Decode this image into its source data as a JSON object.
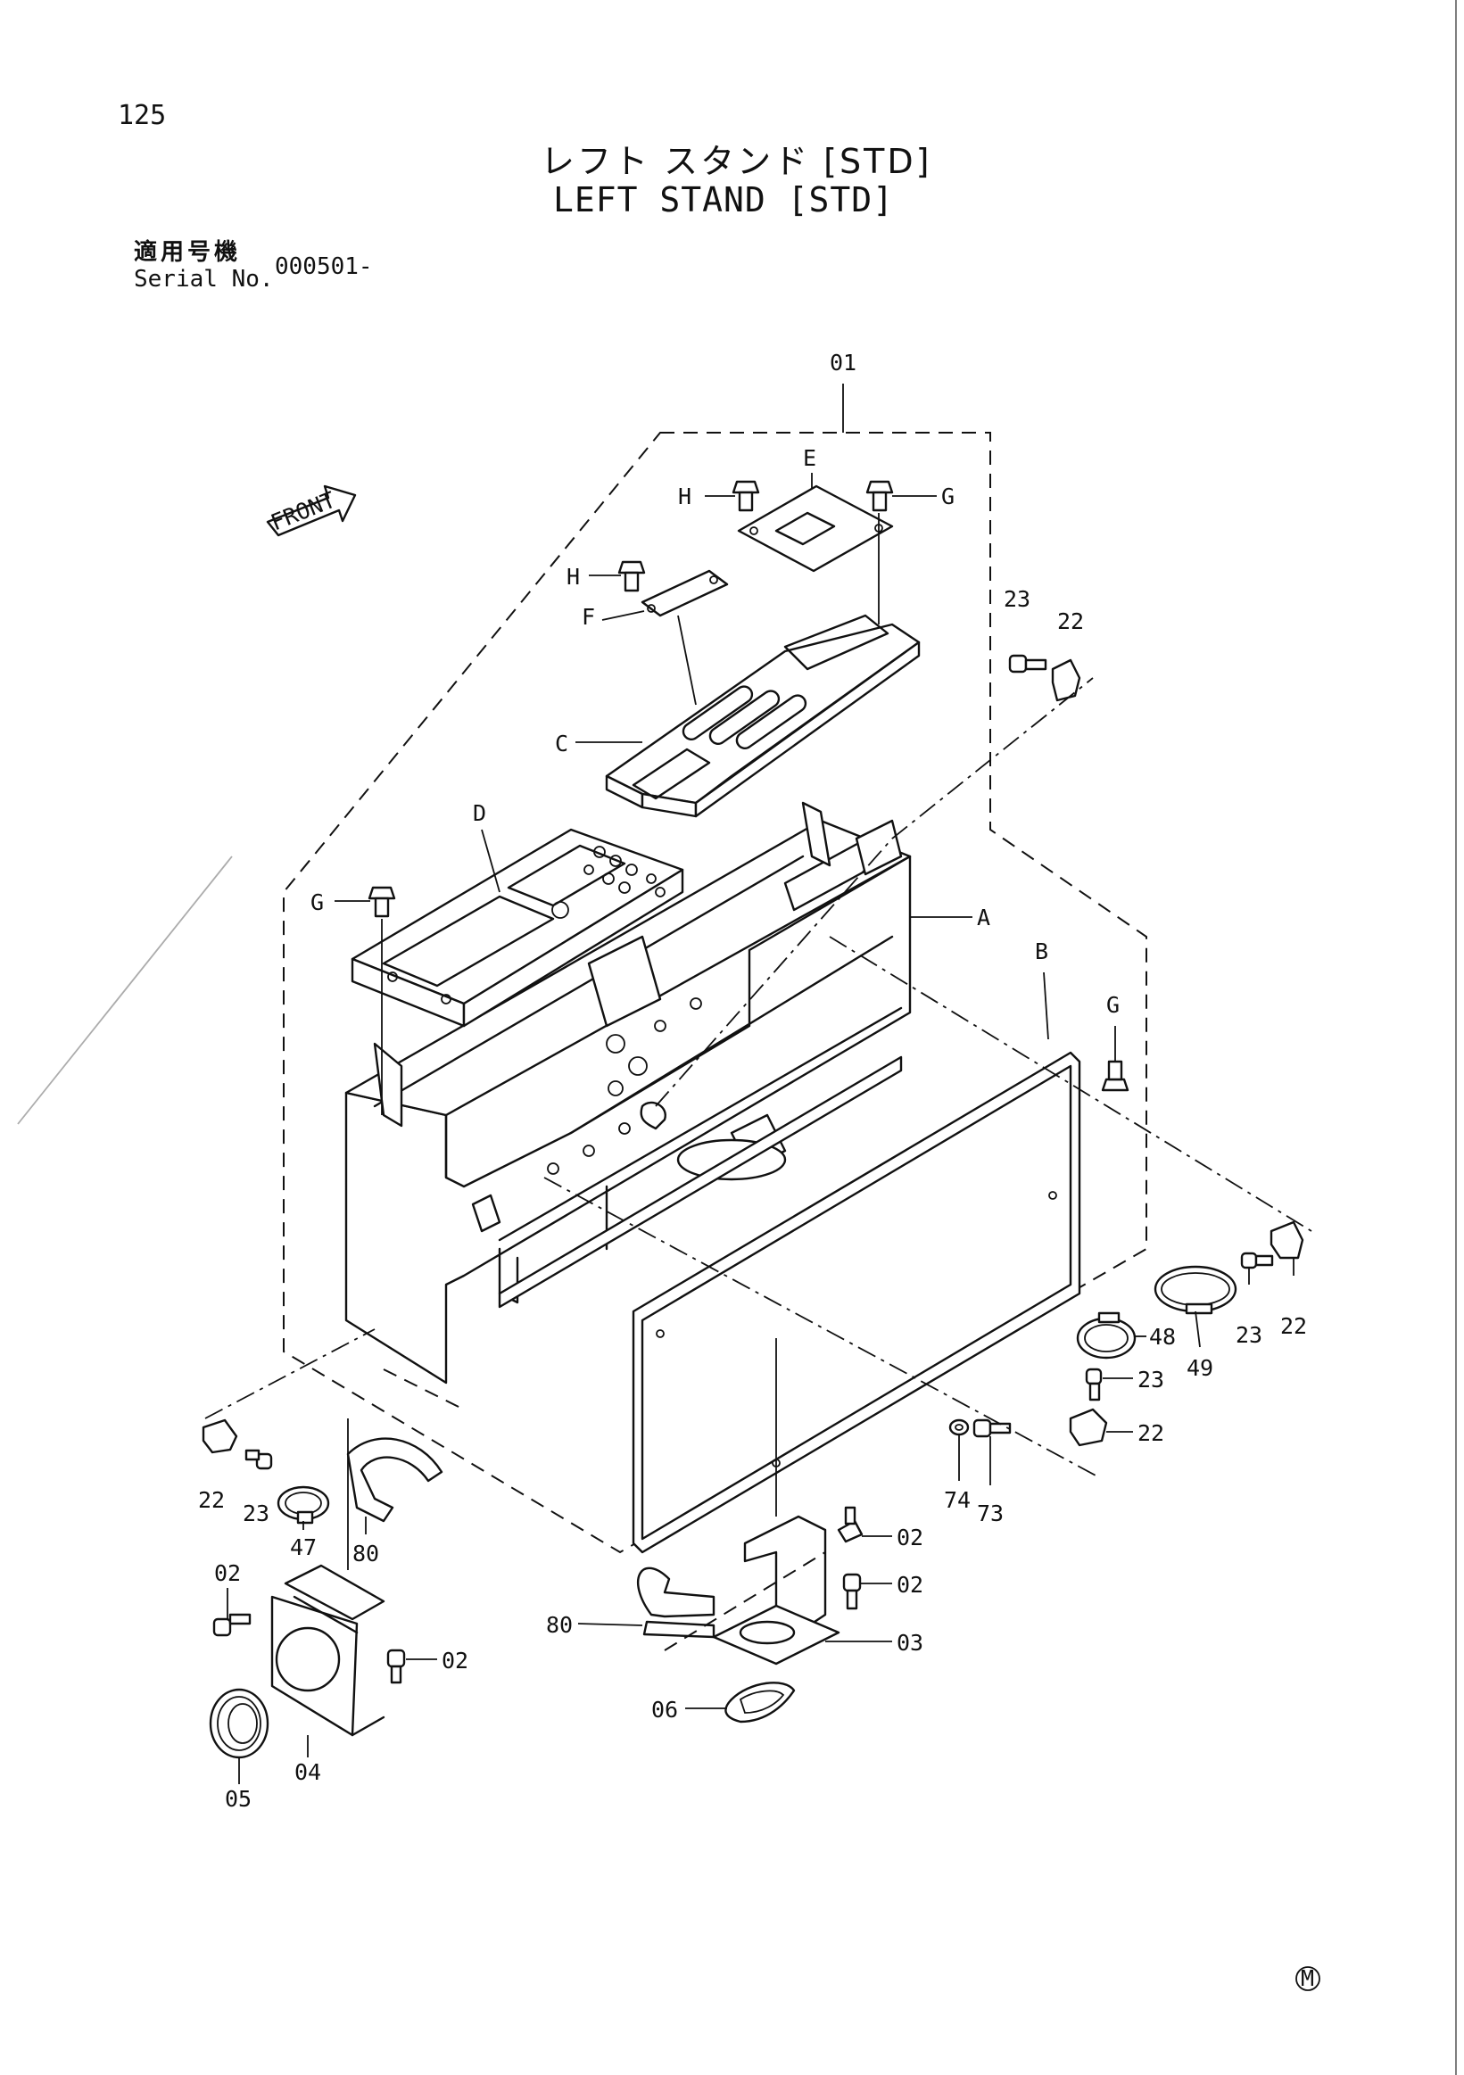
{
  "page": {
    "page_number": "125",
    "title_jp": "レフト スタンド [STD]",
    "title_en": "LEFT STAND [STD]",
    "serial_label_jp": "適用号機",
    "serial_label_en": "Serial No.",
    "serial_value": "000501-",
    "front_arrow_text": "FRONT",
    "footer_mark": "M"
  },
  "labels": {
    "l01": "01",
    "lA": "A",
    "lB": "B",
    "lC": "C",
    "lD": "D",
    "lE": "E",
    "lF": "F",
    "lG1": "G",
    "lG2": "G",
    "lG3": "G",
    "lH1": "H",
    "lH2": "H",
    "l23a": "23",
    "l22a": "22",
    "l23b": "23",
    "l22b": "22",
    "l48": "48",
    "l49": "49",
    "l23c": "23",
    "l22c": "22",
    "l74": "74",
    "l73": "73",
    "l22d": "22",
    "l23d": "23",
    "l47": "47",
    "l80a": "80",
    "l80b": "80",
    "l02a": "02",
    "l02b": "02",
    "l02c": "02",
    "l02d": "02",
    "l03": "03",
    "l04": "04",
    "l05": "05",
    "l06": "06"
  }
}
